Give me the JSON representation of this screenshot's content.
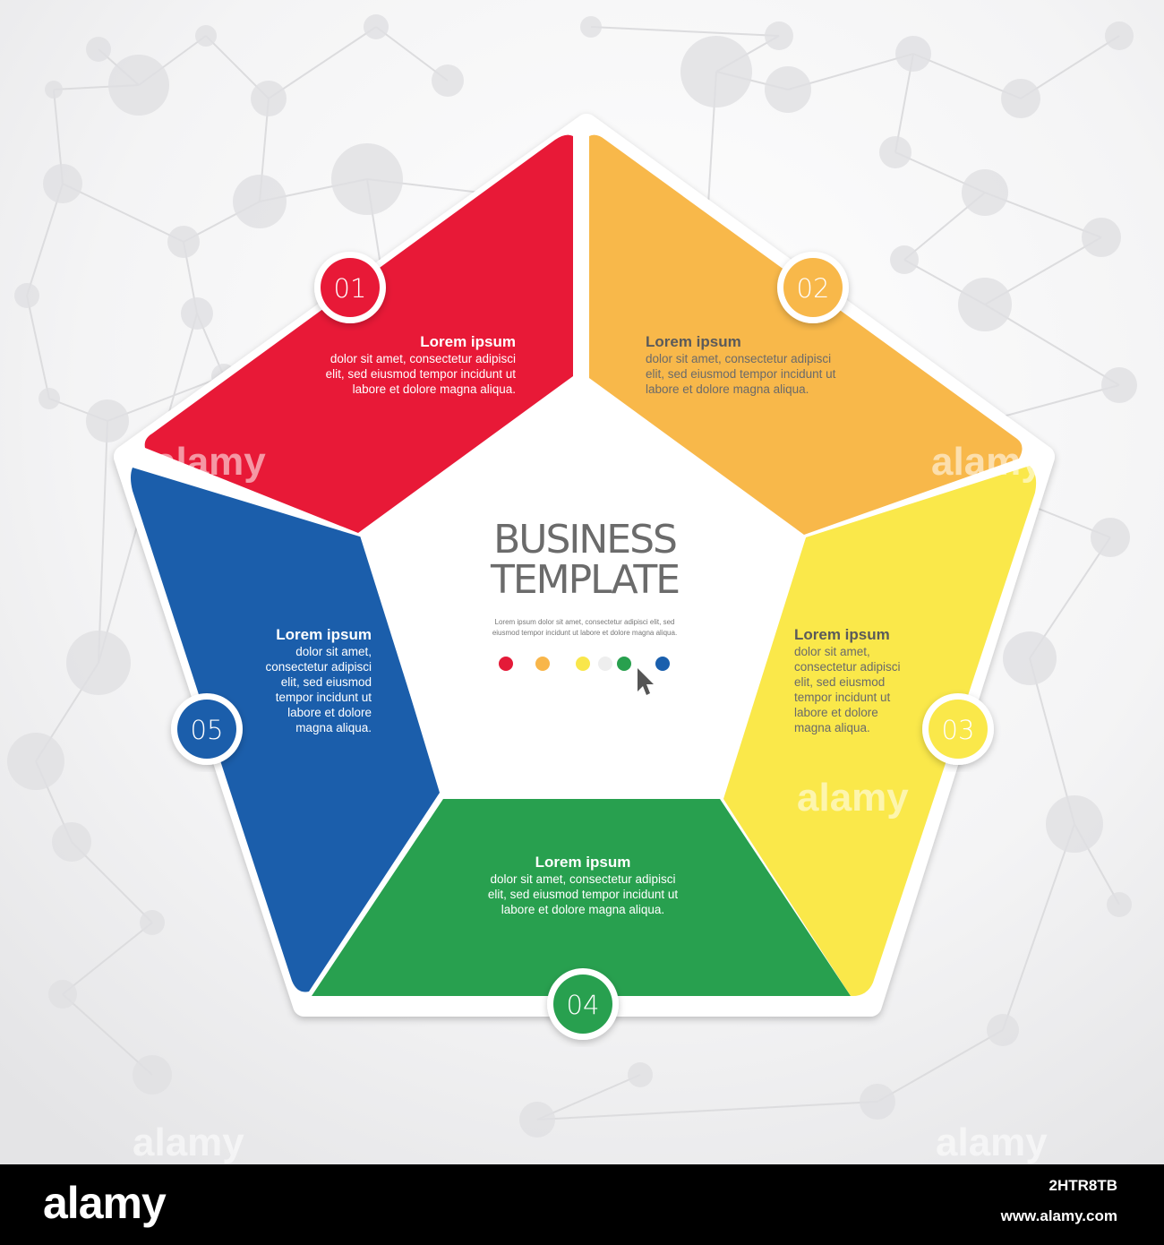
{
  "center": {
    "title_line1": "BUSINESS",
    "title_line2": "TEMPLATE",
    "subtitle_line1": "Lorem ipsum dolor sit amet, consectetur adipisci elit, sed",
    "subtitle_line2": "eiusmod tempor incidunt ut labore et dolore magna aliqua.",
    "dot_colors": [
      "#e41a38",
      "#f8b64a",
      "#f9e64b",
      "#28a04e",
      "#1a5fad"
    ]
  },
  "segments": [
    {
      "number": "01",
      "color": "#e81937",
      "title": "Lorem ipsum",
      "lines": [
        "dolor sit amet, consectetur adipisci",
        "elit, sed eiusmod tempor incidunt ut",
        "labore et dolore magna aliqua."
      ]
    },
    {
      "number": "02",
      "color": "#f8b84a",
      "title": "Lorem ipsum",
      "lines": [
        "dolor sit amet, consectetur adipisci",
        "elit, sed eiusmod tempor incidunt ut",
        "labore et dolore magna aliqua."
      ]
    },
    {
      "number": "03",
      "color": "#fae84a",
      "title": "Lorem ipsum",
      "lines": [
        "dolor sit amet,",
        "consectetur adipisci",
        "elit, sed eiusmod",
        "tempor incidunt ut",
        "labore et dolore",
        "magna aliqua."
      ]
    },
    {
      "number": "04",
      "color": "#28a04f",
      "title": "Lorem ipsum",
      "lines": [
        "dolor sit amet, consectetur adipisci",
        "elit, sed eiusmod tempor incidunt ut",
        "labore et dolore magna aliqua."
      ]
    },
    {
      "number": "05",
      "color": "#1b5eab",
      "title": "Lorem ipsum",
      "lines": [
        "dolor sit amet,",
        "consectetur adipisci",
        "elit, sed eiusmod",
        "tempor incidunt ut",
        "labore et dolore",
        "magna aliqua."
      ]
    }
  ],
  "watermark": "alamy",
  "footer": {
    "logo": "alamy",
    "image_id": "2HTR8TB",
    "url": "www.alamy.com"
  }
}
